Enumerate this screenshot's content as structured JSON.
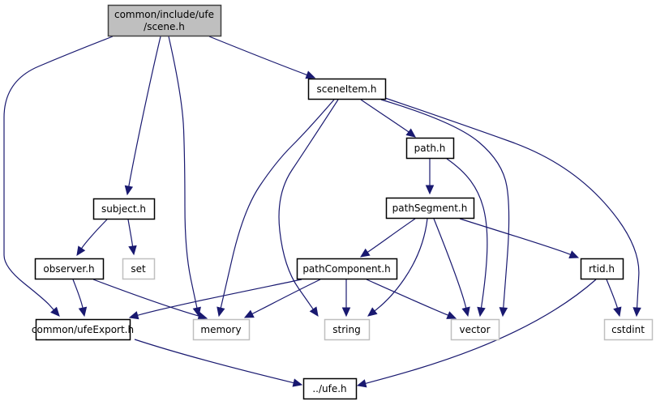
{
  "diagram": {
    "type": "include-dependency-graph",
    "colors": {
      "edge": "#191970",
      "root_fill": "#bfbfbf",
      "root_border": "#404040",
      "node_fill": "#ffffff",
      "node_border": "#000000",
      "external_border": "#bfbfbf"
    },
    "nodes": [
      {
        "id": "scene",
        "lines": [
          "common/include/ufe",
          "/scene.h"
        ],
        "kind": "root"
      },
      {
        "id": "sceneItem",
        "lines": [
          "sceneItem.h"
        ],
        "kind": "internal"
      },
      {
        "id": "subject",
        "lines": [
          "subject.h"
        ],
        "kind": "internal"
      },
      {
        "id": "path",
        "lines": [
          "path.h"
        ],
        "kind": "internal"
      },
      {
        "id": "pathSegment",
        "lines": [
          "pathSegment.h"
        ],
        "kind": "internal"
      },
      {
        "id": "observer",
        "lines": [
          "observer.h"
        ],
        "kind": "internal"
      },
      {
        "id": "set",
        "lines": [
          "set"
        ],
        "kind": "external"
      },
      {
        "id": "pathComponent",
        "lines": [
          "pathComponent.h"
        ],
        "kind": "internal"
      },
      {
        "id": "rtid",
        "lines": [
          "rtid.h"
        ],
        "kind": "internal"
      },
      {
        "id": "ufeExport",
        "lines": [
          "common/ufeExport.h"
        ],
        "kind": "internal"
      },
      {
        "id": "memory",
        "lines": [
          "memory"
        ],
        "kind": "external"
      },
      {
        "id": "string",
        "lines": [
          "string"
        ],
        "kind": "external"
      },
      {
        "id": "vector",
        "lines": [
          "vector"
        ],
        "kind": "external"
      },
      {
        "id": "cstdint",
        "lines": [
          "cstdint"
        ],
        "kind": "external"
      },
      {
        "id": "ufe",
        "lines": [
          "../ufe.h"
        ],
        "kind": "internal"
      }
    ],
    "edges": [
      {
        "from": "scene",
        "to": "ufeExport"
      },
      {
        "from": "scene",
        "to": "subject"
      },
      {
        "from": "scene",
        "to": "memory"
      },
      {
        "from": "scene",
        "to": "sceneItem"
      },
      {
        "from": "sceneItem",
        "to": "memory"
      },
      {
        "from": "sceneItem",
        "to": "string"
      },
      {
        "from": "sceneItem",
        "to": "path"
      },
      {
        "from": "sceneItem",
        "to": "vector"
      },
      {
        "from": "sceneItem",
        "to": "cstdint"
      },
      {
        "from": "subject",
        "to": "observer"
      },
      {
        "from": "subject",
        "to": "set"
      },
      {
        "from": "path",
        "to": "pathSegment"
      },
      {
        "from": "path",
        "to": "vector"
      },
      {
        "from": "pathSegment",
        "to": "pathComponent"
      },
      {
        "from": "pathSegment",
        "to": "string"
      },
      {
        "from": "pathSegment",
        "to": "vector"
      },
      {
        "from": "pathSegment",
        "to": "rtid"
      },
      {
        "from": "observer",
        "to": "ufeExport"
      },
      {
        "from": "observer",
        "to": "memory"
      },
      {
        "from": "pathComponent",
        "to": "ufeExport"
      },
      {
        "from": "pathComponent",
        "to": "memory"
      },
      {
        "from": "pathComponent",
        "to": "string"
      },
      {
        "from": "pathComponent",
        "to": "vector"
      },
      {
        "from": "rtid",
        "to": "cstdint"
      },
      {
        "from": "rtid",
        "to": "ufe"
      },
      {
        "from": "ufeExport",
        "to": "ufe"
      }
    ]
  }
}
